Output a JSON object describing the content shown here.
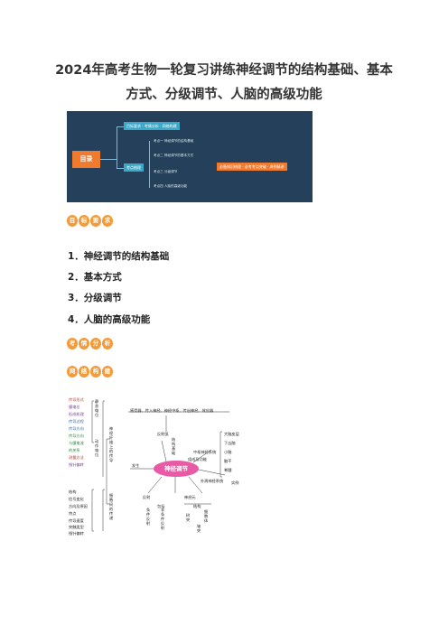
{
  "doc": {
    "title_line1": "2024年高考生物一轮复习讲练神经调节的结构基础、基本",
    "title_line2": "方式、分级调节、人脑的高级功能"
  },
  "outline": {
    "root": "目录",
    "branch1": "目标要求 · 考情分析 · 网络构建",
    "branch2": "考点梳理",
    "items": [
      "考点一 神经调节的结构基础",
      "考点二 神经调节的基本方式",
      "考点三 分级调节",
      "考点四 人脑的高级功能"
    ],
    "right_tag": "必备知识梳理 · 必考考点突破 · 典例精讲"
  },
  "sections": {
    "goals_header": [
      "目",
      "标",
      "要",
      "求"
    ],
    "analysis_header": [
      "考",
      "情",
      "分",
      "析"
    ],
    "network_header": [
      "网",
      "络",
      "构",
      "建"
    ]
  },
  "goals": [
    "1．神经调节的结构基础",
    "2．基本方式",
    "3．分级调节",
    "4．人脑的高级功能"
  ],
  "concept_map": {
    "center": "神经调节",
    "left_col_top": [
      "传导形式",
      "膜电位",
      "形成机理",
      "传导过程",
      "传导方向",
      "传导方向",
      "与膜电流",
      "的关系",
      "测量方法",
      "指针偏转"
    ],
    "left_col_bottom": [
      "结构",
      "信号变化",
      "方向及原因",
      "特点",
      "传导速度",
      "突触类型",
      "指针偏转"
    ],
    "static_potential": "静息电位",
    "action_potential": "动作电位",
    "fiber_conduction": "神经纤维上的传导",
    "cell_transmission": "细胞间的传递",
    "reflex_arc_parts": "感受器、传入神经、神经中枢、传出神经、效应器",
    "reflex_arc": "反射弧",
    "structure_basis": "结构基础",
    "brain": [
      "大脑皮层",
      "下丘脑",
      "小脑",
      "脑干",
      "脊髓"
    ],
    "cns": "中枢神经系统",
    "composition": "组成及功能",
    "peripheral": "外周神经系统",
    "examples": "实例",
    "occurrence": "发生",
    "reflex": "反射",
    "include": "包括",
    "conditioned": "条件反射",
    "unconditioned": "非条件反射",
    "neuron": "神经元",
    "structure": "结构",
    "dendrite": "树突",
    "cell_body": "细胞体",
    "axon": "轴突"
  }
}
